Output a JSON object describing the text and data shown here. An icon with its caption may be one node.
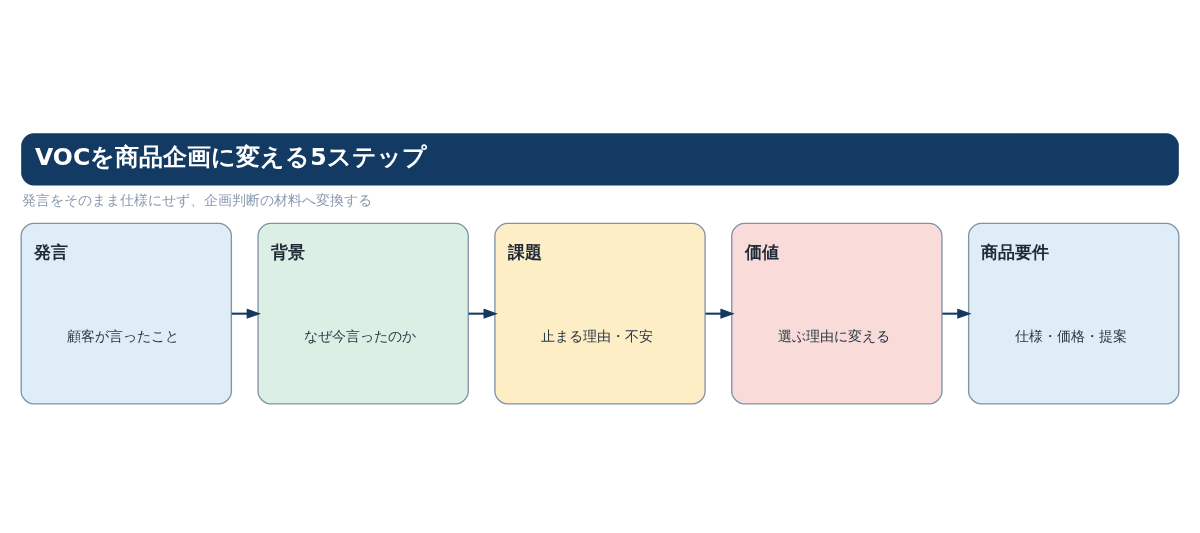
{
  "diagram": {
    "title": "VOCを商品企画に変える5ステップ",
    "nodes": [
      {
        "text": [
          "発言",
          "顧客が言ったこと"
        ]
      },
      {
        "text": [
          "背景",
          "なぜ今言ったのか"
        ]
      },
      {
        "text": [
          "課題",
          "止まる理由・不安"
        ]
      },
      {
        "text": [
          "価値",
          "選ぶ理由に変える"
        ]
      },
      {
        "text": [
          "商品要件",
          "仕様・価格・提案"
        ]
      }
    ],
    "edges": [
      {
        "from": 0,
        "to": 1,
        "arrow": "to"
      },
      {
        "from": 1,
        "to": 2,
        "arrow": "to"
      },
      {
        "from": 2,
        "to": 3,
        "arrow": "to"
      },
      {
        "from": 3,
        "to": 4,
        "arrow": "to"
      }
    ],
    "labels": [
      "発言をそのまま仕様にせず、企画判断の材料へ変換する"
    ]
  }
}
